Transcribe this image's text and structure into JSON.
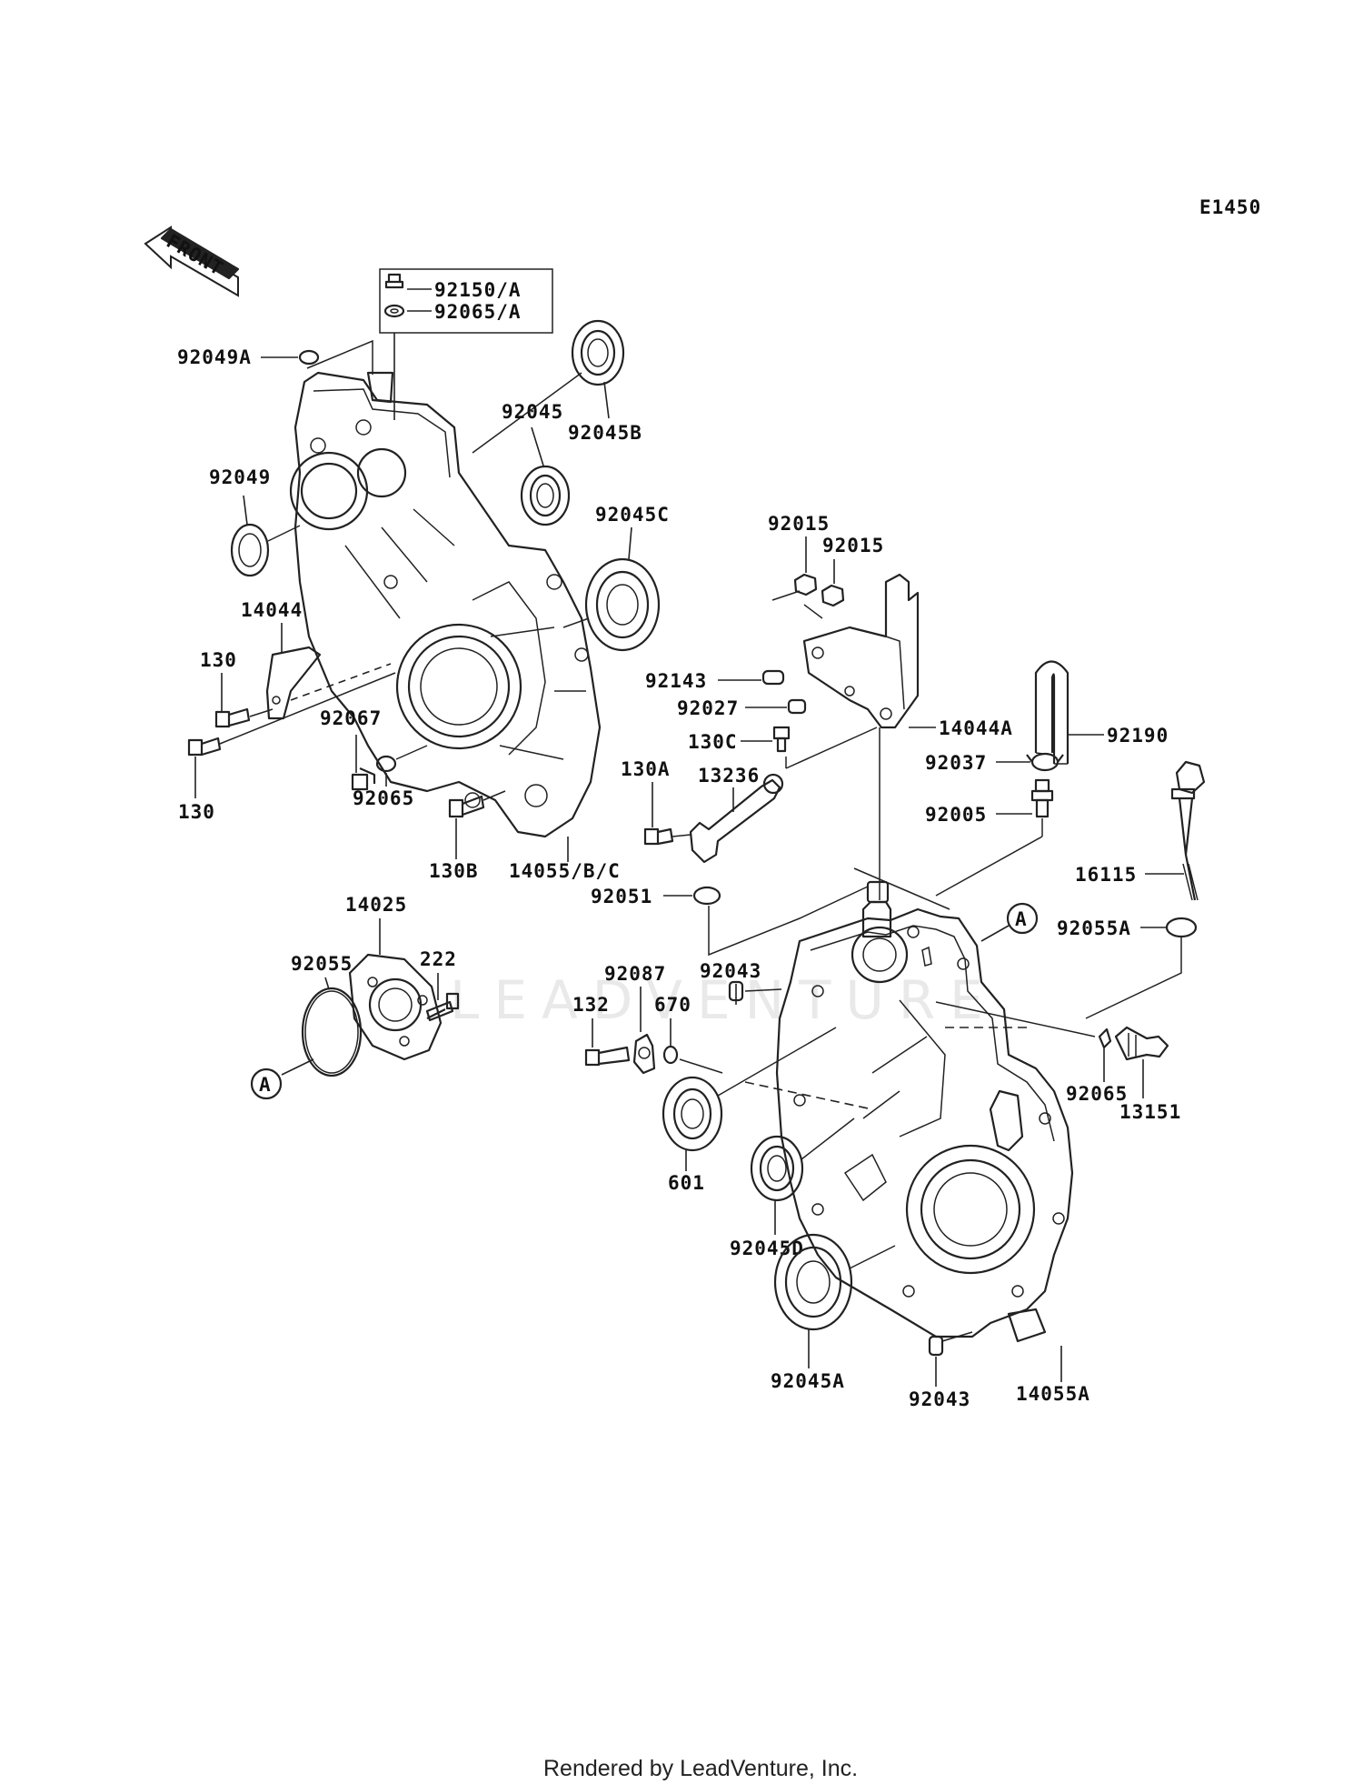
{
  "diagram_code": "E1450",
  "direction_label": "FRONT",
  "watermark": "LEADVENTURE",
  "footer": "Rendered by LeadVenture, Inc.",
  "callout_letter": "A",
  "parts": {
    "p92150A": "92150/A",
    "p92065A": "92065/A",
    "p92049A": "92049A",
    "p92045": "92045",
    "p92045B": "92045B",
    "p92049": "92049",
    "p92045C": "92045C",
    "p14044": "14044",
    "p130a": "130",
    "p130b": "130",
    "p92067": "92067",
    "p92065a": "92065",
    "p130B": "130B",
    "p14055BC": "14055/B/C",
    "p92015a": "92015",
    "p92015b": "92015",
    "p92143": "92143",
    "p92027": "92027",
    "p130C": "130C",
    "p14044A": "14044A",
    "p92190": "92190",
    "p92037": "92037",
    "p92005": "92005",
    "p130A": "130A",
    "p13236": "13236",
    "p16115": "16115",
    "p92051": "92051",
    "p92055A": "92055A",
    "p14025": "14025",
    "p92055": "92055",
    "p222": "222",
    "p92087": "92087",
    "p92043a": "92043",
    "p132": "132",
    "p670": "670",
    "p92065b": "92065",
    "p13151": "13151",
    "p601": "601",
    "p92045D": "92045D",
    "p92045A": "92045A",
    "p92043b": "92043",
    "p14055A": "14055A"
  }
}
